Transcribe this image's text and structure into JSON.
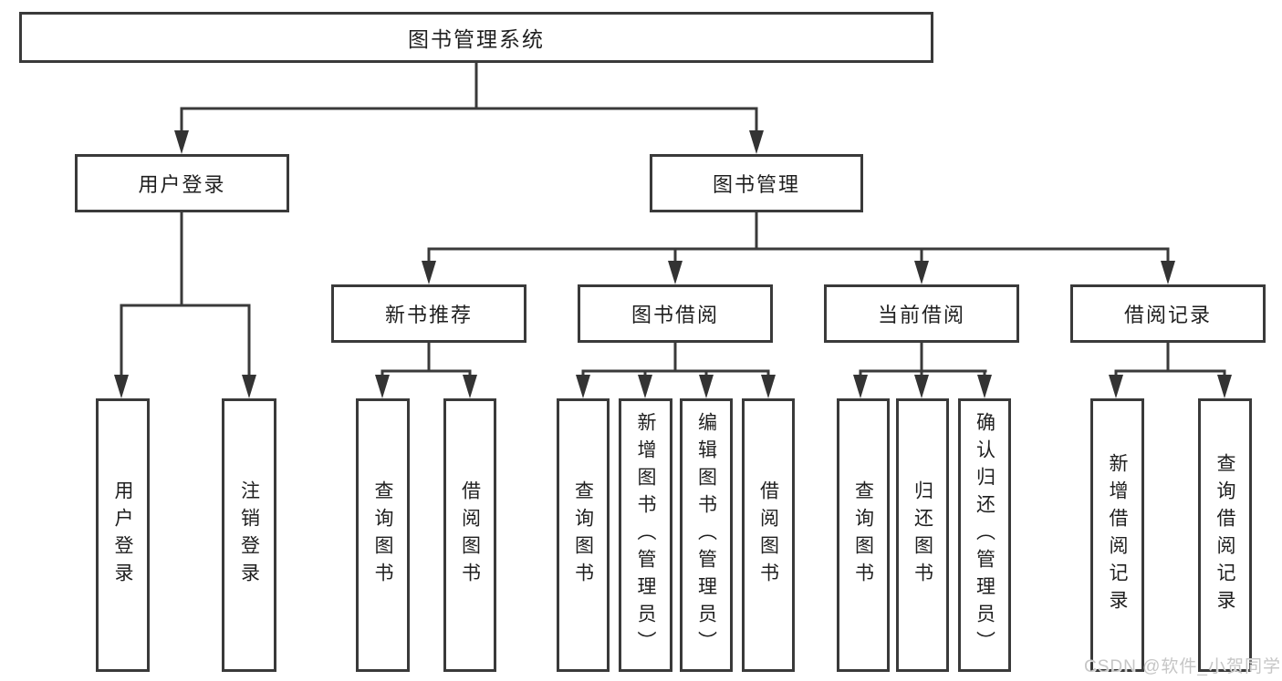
{
  "diagram": {
    "type": "hierarchy-tree",
    "orientation": "top-down",
    "colors": {
      "background": "#ffffff",
      "line": "#3a3a3a",
      "box_border": "#3a3a3a",
      "box_fill": "#ffffff",
      "text": "#1f1f1f",
      "watermark_text": "#c6c6c6"
    }
  },
  "tree": {
    "root": {
      "label": "图书管理系统",
      "children": [
        {
          "label": "用户登录",
          "children": [
            {
              "label": "用户登录"
            },
            {
              "label": "注销登录"
            }
          ]
        },
        {
          "label": "图书管理",
          "children": [
            {
              "label": "新书推荐",
              "children": [
                {
                  "label": "查询图书"
                },
                {
                  "label": "借阅图书"
                }
              ]
            },
            {
              "label": "图书借阅",
              "children": [
                {
                  "label": "查询图书"
                },
                {
                  "label": "新增图书（管理员）"
                },
                {
                  "label": "编辑图书（管理员）"
                },
                {
                  "label": "借阅图书"
                }
              ]
            },
            {
              "label": "当前借阅",
              "children": [
                {
                  "label": "查询图书"
                },
                {
                  "label": "归还图书"
                },
                {
                  "label": "确认归还（管理员）"
                }
              ]
            },
            {
              "label": "借阅记录",
              "children": [
                {
                  "label": "新增借阅记录"
                },
                {
                  "label": "查询借阅记录"
                }
              ]
            }
          ]
        }
      ]
    }
  },
  "watermark": {
    "text": "CSDN @软件_小贺同学"
  }
}
